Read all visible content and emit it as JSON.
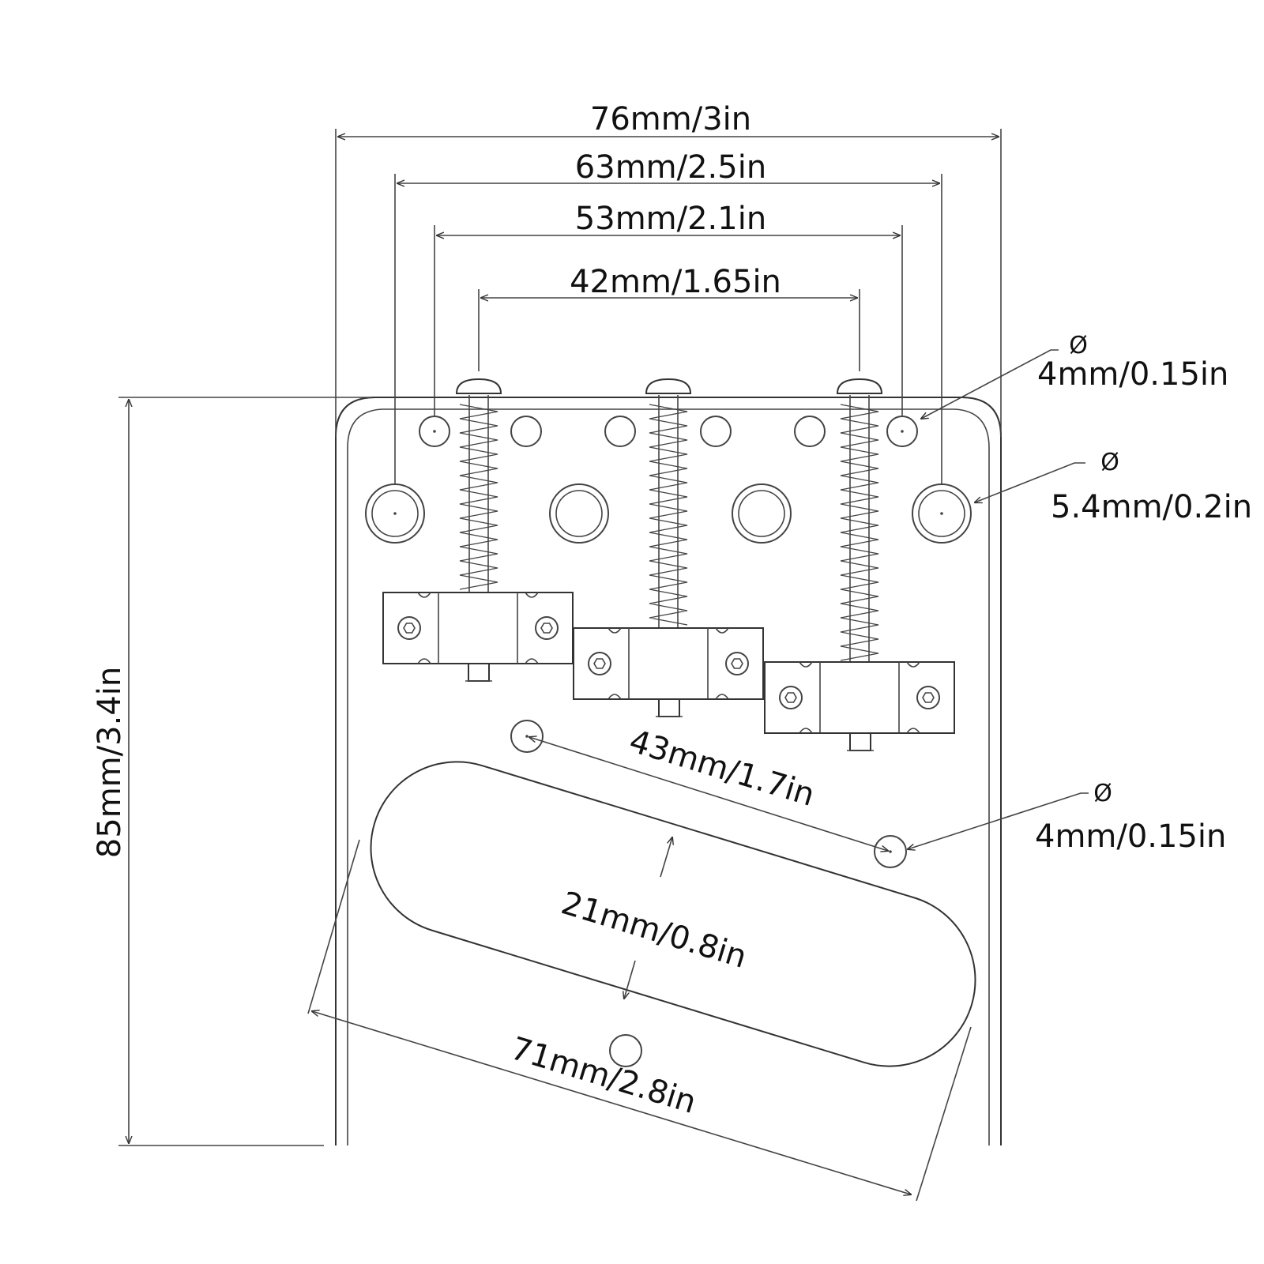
{
  "dimensions": {
    "overall_width": "76mm/3in",
    "outer_mount_span": "63mm/2.5in",
    "small_hole_span": "53mm/2.1in",
    "screw_span": "42mm/1.65in",
    "plate_height": "85mm/3.4in",
    "pickup_hole_span": "43mm/1.7in",
    "pickup_width": "21mm/0.8in",
    "pickup_length": "71mm/2.8in"
  },
  "callouts": {
    "small_hole": {
      "symbol": "Ø",
      "value": "4mm/0.15in"
    },
    "large_hole": {
      "symbol": "Ø",
      "value": "5.4mm/0.2in"
    },
    "pickup_hole": {
      "symbol": "Ø",
      "value": "4mm/0.15in"
    }
  }
}
